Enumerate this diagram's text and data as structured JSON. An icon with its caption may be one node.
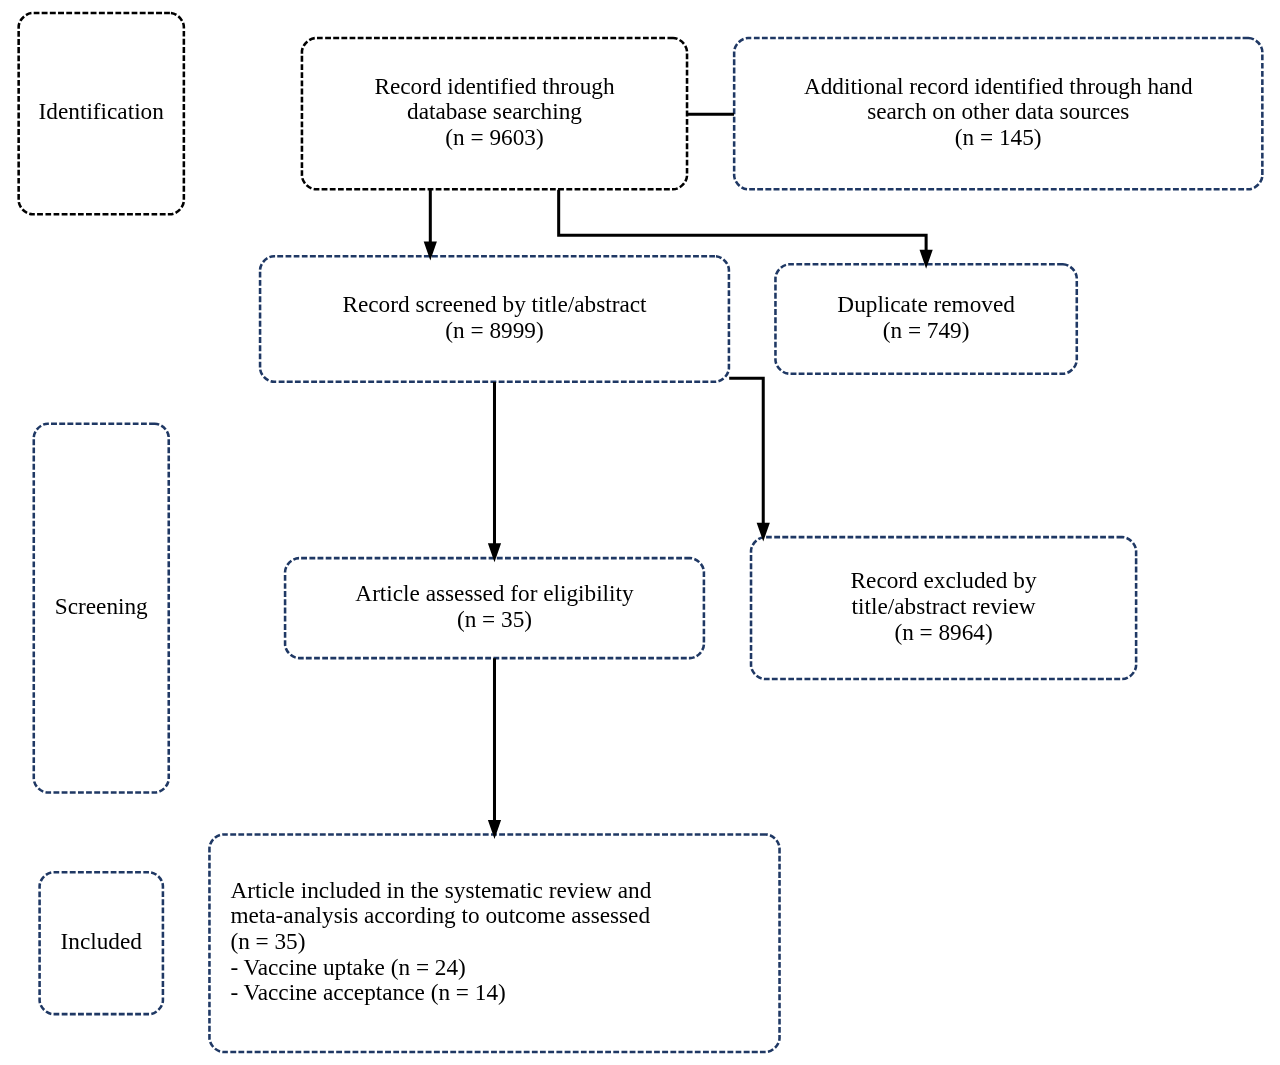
{
  "diagram": {
    "nodes": [
      {
        "text": [
          "Identification"
        ]
      },
      {
        "text": [
          "Record identified through database searching",
          "(n = 9603)"
        ]
      },
      {
        "text": [
          "Additional record identified through hand search on other data sources",
          "(n = 145)"
        ]
      },
      {
        "text": [
          "Duplicate removed",
          "(n = 749)"
        ]
      },
      {
        "text": [
          "Screening"
        ]
      },
      {
        "text": [
          "Record screened by title/abstract",
          "(n = 8999)"
        ]
      },
      {
        "text": [
          "Record excluded by title/abstract review",
          "(n = 8964)"
        ]
      },
      {
        "text": [
          "Article assessed for eligibility",
          "(n = 35)"
        ]
      },
      {
        "text": [
          "Included"
        ]
      },
      {
        "text": [
          "Article included in the systematic review and meta-analysis according to outcome assessed",
          "(n = 35)",
          "- Vaccine uptake (n = 24)",
          "- Vaccine acceptance (n = 14)"
        ]
      }
    ],
    "edges": [
      {
        "from": 1,
        "to": 2,
        "arrow": "none"
      },
      {
        "from": 1,
        "to": 5,
        "arrow": "to"
      },
      {
        "from": 1,
        "to": 3,
        "arrow": "to"
      },
      {
        "from": 5,
        "to": 7,
        "arrow": "to"
      },
      {
        "from": 5,
        "to": 6,
        "arrow": "to"
      },
      {
        "from": 7,
        "to": 9,
        "arrow": "to"
      }
    ]
  }
}
